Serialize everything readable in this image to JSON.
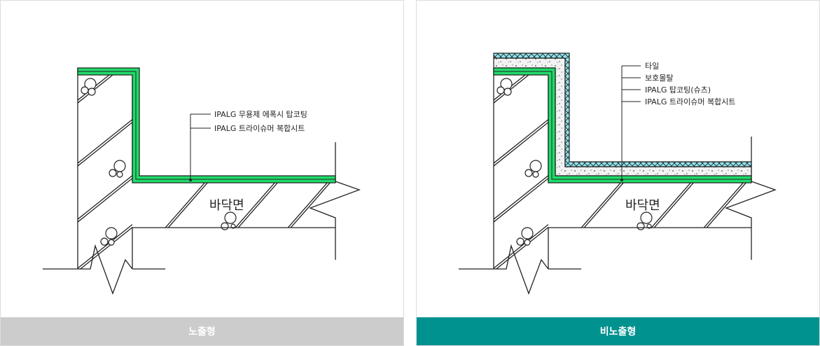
{
  "panels": [
    {
      "footer_label": "노출형",
      "floor_label": "바닥면",
      "callouts": [
        "IPALG 무용제 에폭시 탑코팅",
        "IPALG 트라이슈머 복합시트"
      ],
      "colors": {
        "footer_bg": "#cccccc",
        "membrane": "#1fdc6a"
      }
    },
    {
      "footer_label": "비노출형",
      "floor_label": "바닥면",
      "callouts": [
        "타일",
        "보호몰탈",
        "IPALG 탑코팅(슈츠)",
        "IPALG 트라이슈머 복합시트"
      ],
      "colors": {
        "footer_bg": "#00928f",
        "membrane": "#1fdc6a",
        "tile": "#8ee3ec"
      }
    }
  ]
}
